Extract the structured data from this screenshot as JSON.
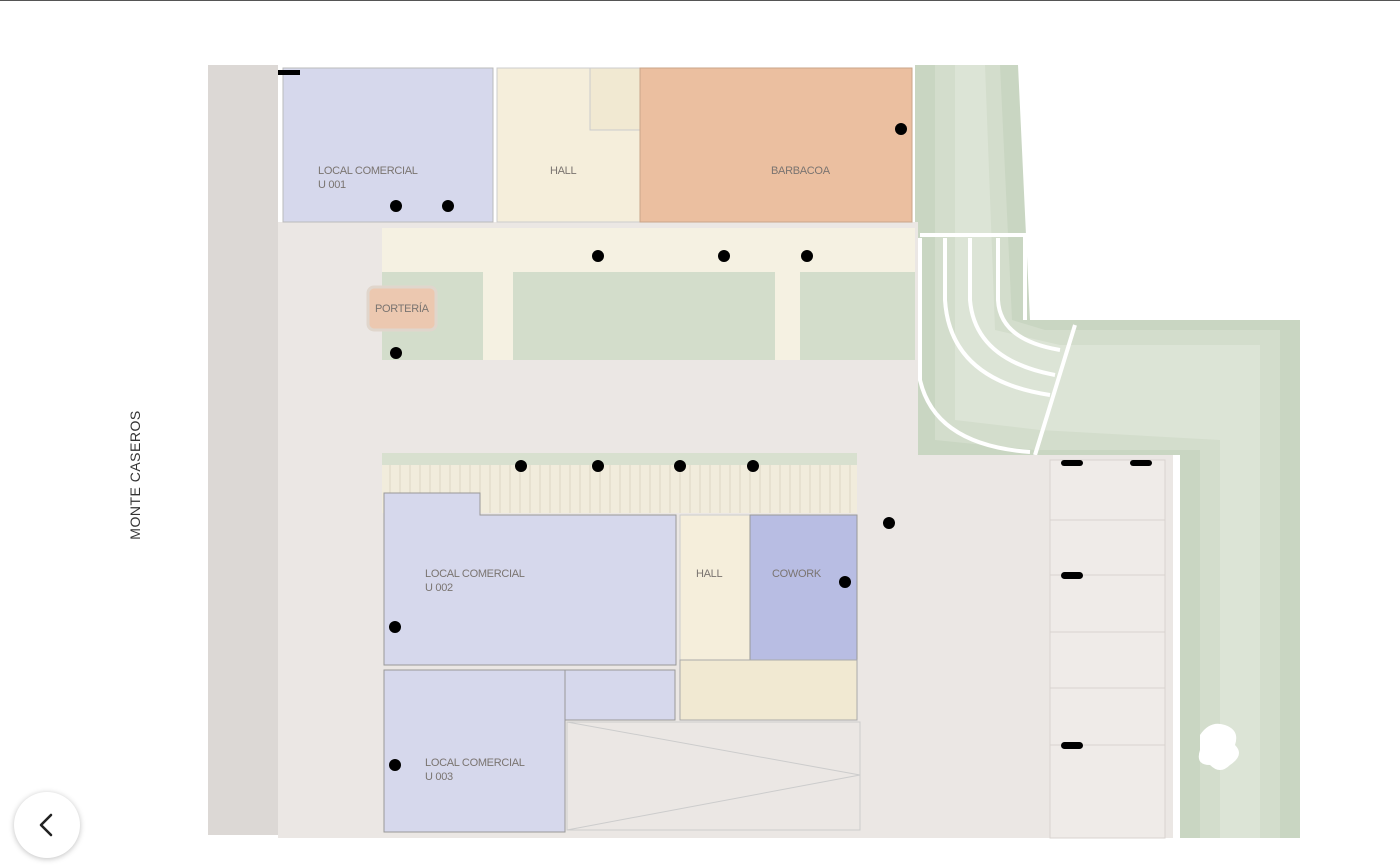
{
  "plan": {
    "street_label": "MONTE CASEROS",
    "rooms": {
      "local_u001": {
        "name": "LOCAL COMERCIAL",
        "unit": "U 001"
      },
      "hall_top": {
        "name": "HALL"
      },
      "barbacoa": {
        "name": "BARBACOA"
      },
      "porteria": {
        "name": "PORTERÍA"
      },
      "local_u002": {
        "name": "LOCAL COMERCIAL",
        "unit": "U 002"
      },
      "hall_bottom": {
        "name": "HALL"
      },
      "cowork": {
        "name": "COWORK"
      },
      "local_u003": {
        "name": "LOCAL COMERCIAL",
        "unit": "U 003"
      }
    },
    "colors": {
      "commercial": "#d6d8ec",
      "hall": "#f5eedb",
      "barbacoa": "#ebbfa0",
      "cowork": "#b8bde3",
      "garden": "#d3ddcb",
      "paving": "#ebe7e4"
    }
  },
  "nav": {
    "back_icon": "chevron-left-icon"
  }
}
